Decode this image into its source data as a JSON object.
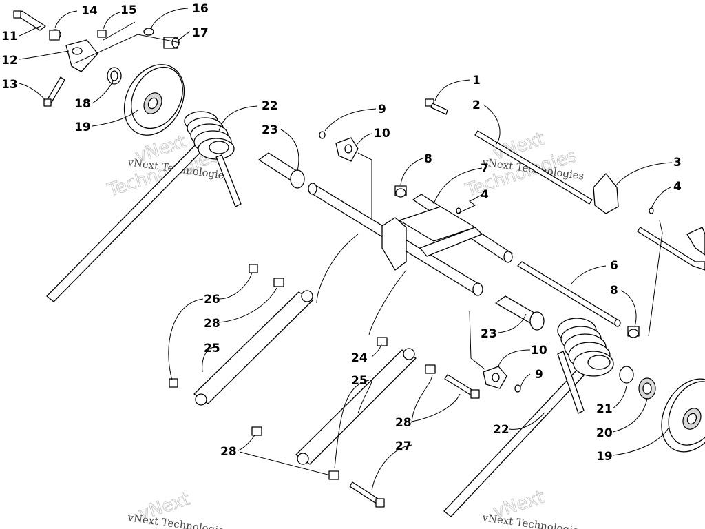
{
  "callouts": [
    {
      "id": "c1",
      "text": "1"
    },
    {
      "id": "c2",
      "text": "2"
    },
    {
      "id": "c3",
      "text": "3"
    },
    {
      "id": "c4a",
      "text": "4"
    },
    {
      "id": "c4b",
      "text": "4"
    },
    {
      "id": "c6",
      "text": "6"
    },
    {
      "id": "c7",
      "text": "7"
    },
    {
      "id": "c8a",
      "text": "8"
    },
    {
      "id": "c8b",
      "text": "8"
    },
    {
      "id": "c9a",
      "text": "9"
    },
    {
      "id": "c9b",
      "text": "9"
    },
    {
      "id": "c10a",
      "text": "10"
    },
    {
      "id": "c10b",
      "text": "10"
    },
    {
      "id": "c11",
      "text": "11"
    },
    {
      "id": "c12",
      "text": "12"
    },
    {
      "id": "c13",
      "text": "13"
    },
    {
      "id": "c14",
      "text": "14"
    },
    {
      "id": "c15",
      "text": "15"
    },
    {
      "id": "c16",
      "text": "16"
    },
    {
      "id": "c17",
      "text": "17"
    },
    {
      "id": "c18",
      "text": "18"
    },
    {
      "id": "c19a",
      "text": "19"
    },
    {
      "id": "c19b",
      "text": "19"
    },
    {
      "id": "c20",
      "text": "20"
    },
    {
      "id": "c21",
      "text": "21"
    },
    {
      "id": "c22a",
      "text": "22"
    },
    {
      "id": "c22b",
      "text": "22"
    },
    {
      "id": "c23a",
      "text": "23"
    },
    {
      "id": "c23b",
      "text": "23"
    },
    {
      "id": "c24",
      "text": "24"
    },
    {
      "id": "c25a",
      "text": "25"
    },
    {
      "id": "c25b",
      "text": "25"
    },
    {
      "id": "c26",
      "text": "26"
    },
    {
      "id": "c27",
      "text": "27"
    },
    {
      "id": "c28a",
      "text": "28"
    },
    {
      "id": "c28b",
      "text": "28"
    },
    {
      "id": "c28c",
      "text": "28"
    }
  ],
  "watermark": {
    "line1": "vNext",
    "line2": "Technologies",
    "caption": "vNext Technologies"
  }
}
